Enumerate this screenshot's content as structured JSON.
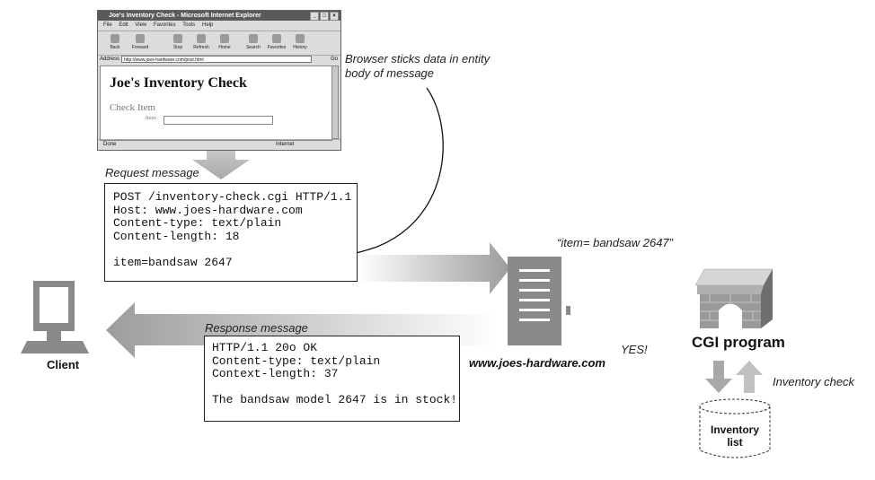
{
  "browser": {
    "window_title": "Joe's Inventory Check - Microsoft Internet Explorer",
    "menu": [
      "File",
      "Edit",
      "View",
      "Favorites",
      "Tools",
      "Help"
    ],
    "toolbar": [
      "Back",
      "Forward",
      "Stop",
      "Refresh",
      "Home",
      "Search",
      "Favorites",
      "History"
    ],
    "address_label": "Address",
    "address_value": "http://www.joes-hardware.com/post.html",
    "go_label": "Go",
    "page_title": "Joe's Inventory Check",
    "page_subtitle": "Check Item",
    "item_label": "Item:",
    "status_left": "Done",
    "status_right": "Internet"
  },
  "annotation_browser": [
    "Browser sticks data in entity",
    "body of message"
  ],
  "request": {
    "label": "Request message",
    "lines": [
      "POST /inventory-check.cgi HTTP/1.1",
      "Host: www.joes-hardware.com",
      "Content-type: text/plain",
      "Content-length: 18",
      "",
      "item=bandsaw 2647"
    ]
  },
  "response": {
    "label": "Response message",
    "lines": [
      "HTTP/1.1 20o OK",
      "Content-type: text/plain",
      "Context-length: 37",
      "",
      "The bandsaw model 2647 is in stock!"
    ]
  },
  "client_label": "Client",
  "server_label": "www.joes-hardware.com",
  "item_quote": "“item= bandsaw 2647”",
  "yes_label": "YES!",
  "cgi_label": "CGI program",
  "inventory_check_label": "Inventory check",
  "inventory_list_label": [
    "Inventory",
    "list"
  ],
  "colors": {
    "arrow_dark": "#9c9c9c",
    "arrow_light": "#f2f2f2",
    "icon_gray": "#8a8a8a"
  }
}
